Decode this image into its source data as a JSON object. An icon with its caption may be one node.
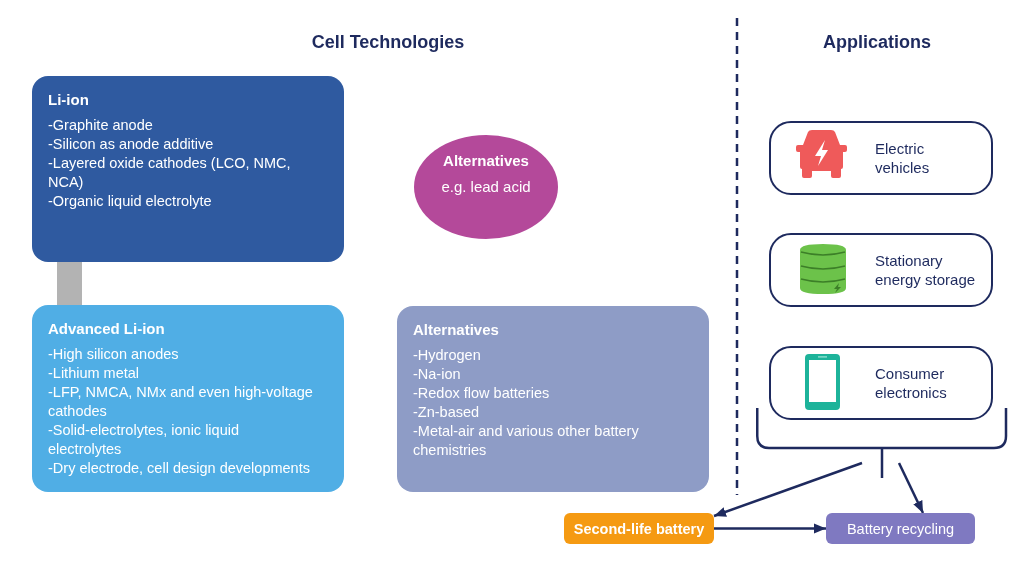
{
  "diagram": {
    "nodes": [
      {
        "text": [
          "Li-ion",
          "-Graphite anode",
          "-Silicon as anode additive",
          "-Layered oxide cathodes (LCO, NMC, NCA)",
          "-Organic liquid electrolyte"
        ]
      },
      {
        "text": [
          "Alternatives",
          "e.g. lead acid"
        ]
      },
      {
        "text": [
          "Advanced Li-ion",
          "-High silicon anodes",
          "-Lithium metal",
          "-LFP, NMCA, NMx and even high-voltage cathodes",
          "-Solid-electrolytes, ionic liquid electrolytes",
          "-Dry electrode, cell design developments"
        ]
      },
      {
        "text": [
          "Alternatives",
          "-Hydrogen",
          "-Na-ion",
          "-Redox flow batteries",
          "-Zn-based",
          "-Metal-air and various other battery chemistries"
        ]
      },
      {
        "text": [
          "Electric vehicles"
        ]
      },
      {
        "text": [
          "Stationary energy storage"
        ]
      },
      {
        "text": [
          "Consumer electronics"
        ]
      },
      {
        "text": [],
        "shape": "bracket"
      },
      {
        "text": [
          "Second-life battery"
        ]
      },
      {
        "text": [
          "Battery recycling"
        ]
      }
    ],
    "edges": [
      {
        "from": 0,
        "to": 2,
        "arrow": "none",
        "style": "thick",
        "color": "#b3b3b3"
      },
      {
        "from": 7,
        "to": 8,
        "arrow": "to"
      },
      {
        "from": 7,
        "to": 9,
        "arrow": "to"
      },
      {
        "from": 8,
        "to": 9,
        "arrow": "to"
      }
    ],
    "labels": [
      "Cell Technologies",
      "Applications"
    ]
  }
}
